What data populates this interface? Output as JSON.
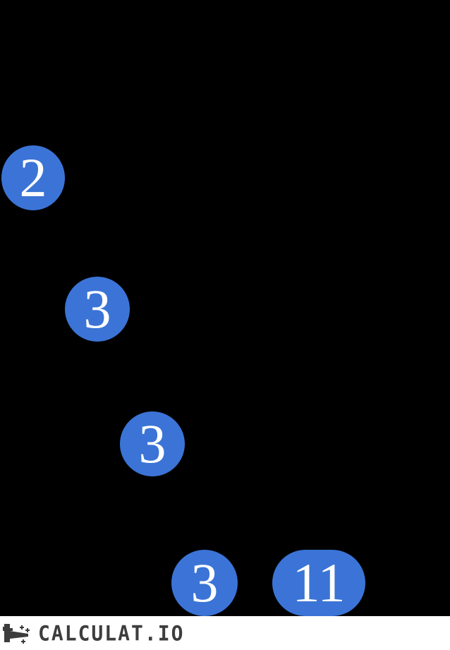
{
  "diagram": {
    "type": "factor-tree",
    "nodes": [
      {
        "value": "2"
      },
      {
        "value": "3"
      },
      {
        "value": "3"
      },
      {
        "value": "3"
      },
      {
        "value": "11"
      }
    ]
  },
  "footer": {
    "brand": "CALCULAT.IO"
  },
  "colors": {
    "background": "#000000",
    "node_fill": "#3b74d6",
    "node_text": "#ffffff",
    "footer_background": "#ffffff",
    "brand_color": "#3d3d3d"
  }
}
